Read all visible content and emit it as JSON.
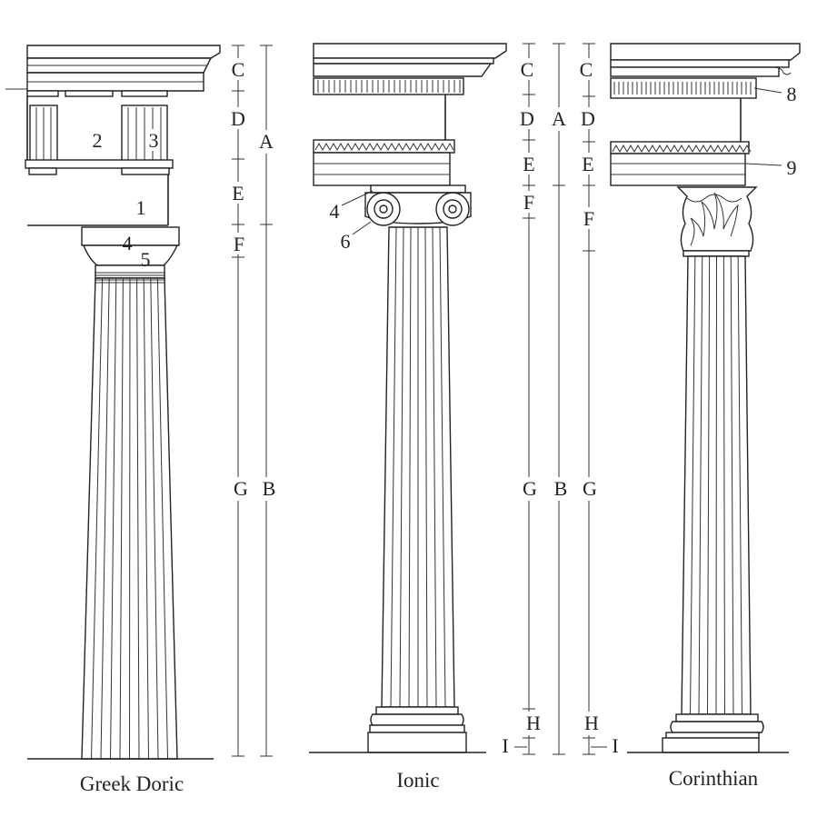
{
  "captions": {
    "doric": "Greek Doric",
    "ionic": "Ionic",
    "corinthian": "Corinthian"
  },
  "letters": {
    "A": "A",
    "B": "B",
    "C": "C",
    "D": "D",
    "E": "E",
    "F": "F",
    "G": "G",
    "H": "H",
    "I": "I"
  },
  "numbers": {
    "n1": "1",
    "n2": "2",
    "n3": "3",
    "n4": "4",
    "n5": "5",
    "n6": "6",
    "n8": "8",
    "n9": "9"
  }
}
